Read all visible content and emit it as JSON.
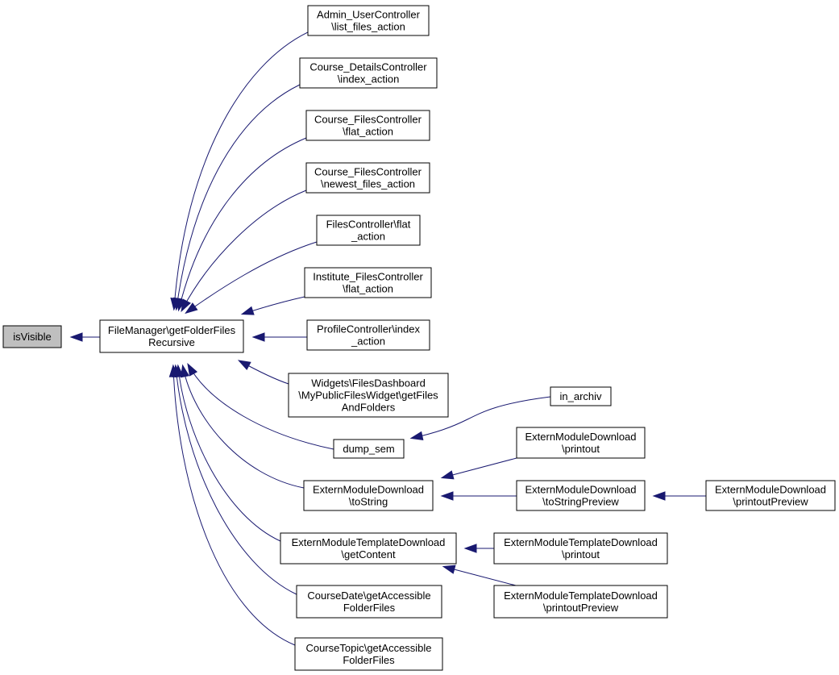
{
  "diagram": {
    "title": "",
    "colors": {
      "edge": "#191970",
      "highlight_fill": "#bfbfbf",
      "node_fill": "#ffffff",
      "node_border": "#000000"
    },
    "nodes": [
      {
        "id": "isVisible",
        "lines": [
          "isVisible"
        ],
        "highlighted": true
      },
      {
        "id": "getFolderFilesRecursive",
        "lines": [
          "FileManager\\getFolderFiles",
          "Recursive"
        ]
      },
      {
        "id": "admin_list_files",
        "lines": [
          "Admin_UserController",
          "\\list_files_action"
        ]
      },
      {
        "id": "course_details_index",
        "lines": [
          "Course_DetailsController",
          "\\index_action"
        ]
      },
      {
        "id": "course_files_flat",
        "lines": [
          "Course_FilesController",
          "\\flat_action"
        ]
      },
      {
        "id": "course_files_newest",
        "lines": [
          "Course_FilesController",
          "\\newest_files_action"
        ]
      },
      {
        "id": "files_flat",
        "lines": [
          "FilesController\\flat",
          "_action"
        ]
      },
      {
        "id": "institute_files_flat",
        "lines": [
          "Institute_FilesController",
          "\\flat_action"
        ]
      },
      {
        "id": "profile_index",
        "lines": [
          "ProfileController\\index",
          "_action"
        ]
      },
      {
        "id": "widgets_getfiles",
        "lines": [
          "Widgets\\FilesDashboard",
          "\\MyPublicFilesWidget\\getFiles",
          "AndFolders"
        ]
      },
      {
        "id": "in_archiv",
        "lines": [
          "in_archiv"
        ]
      },
      {
        "id": "dump_sem",
        "lines": [
          "dump_sem"
        ]
      },
      {
        "id": "emd_printout",
        "lines": [
          "ExternModuleDownload",
          "\\printout"
        ]
      },
      {
        "id": "emd_tostring",
        "lines": [
          "ExternModuleDownload",
          "\\toString"
        ]
      },
      {
        "id": "emd_tostringpreview",
        "lines": [
          "ExternModuleDownload",
          "\\toStringPreview"
        ]
      },
      {
        "id": "emd_printoutpreview",
        "lines": [
          "ExternModuleDownload",
          "\\printoutPreview"
        ]
      },
      {
        "id": "emtd_getcontent",
        "lines": [
          "ExternModuleTemplateDownload",
          "\\getContent"
        ]
      },
      {
        "id": "emtd_printout",
        "lines": [
          "ExternModuleTemplateDownload",
          "\\printout"
        ]
      },
      {
        "id": "emtd_printoutpreview",
        "lines": [
          "ExternModuleTemplateDownload",
          "\\printoutPreview"
        ]
      },
      {
        "id": "coursedate_accessible",
        "lines": [
          "CourseDate\\getAccessible",
          "FolderFiles"
        ]
      },
      {
        "id": "coursetopic_accessible",
        "lines": [
          "CourseTopic\\getAccessible",
          "FolderFiles"
        ]
      }
    ],
    "edges": [
      {
        "from": "getFolderFilesRecursive",
        "to": "isVisible"
      },
      {
        "from": "admin_list_files",
        "to": "getFolderFilesRecursive"
      },
      {
        "from": "course_details_index",
        "to": "getFolderFilesRecursive"
      },
      {
        "from": "course_files_flat",
        "to": "getFolderFilesRecursive"
      },
      {
        "from": "course_files_newest",
        "to": "getFolderFilesRecursive"
      },
      {
        "from": "files_flat",
        "to": "getFolderFilesRecursive"
      },
      {
        "from": "institute_files_flat",
        "to": "getFolderFilesRecursive"
      },
      {
        "from": "profile_index",
        "to": "getFolderFilesRecursive"
      },
      {
        "from": "widgets_getfiles",
        "to": "getFolderFilesRecursive"
      },
      {
        "from": "dump_sem",
        "to": "getFolderFilesRecursive"
      },
      {
        "from": "emd_tostring",
        "to": "getFolderFilesRecursive"
      },
      {
        "from": "emtd_getcontent",
        "to": "getFolderFilesRecursive"
      },
      {
        "from": "coursedate_accessible",
        "to": "getFolderFilesRecursive"
      },
      {
        "from": "coursetopic_accessible",
        "to": "getFolderFilesRecursive"
      },
      {
        "from": "in_archiv",
        "to": "dump_sem"
      },
      {
        "from": "emd_printout",
        "to": "emd_tostring"
      },
      {
        "from": "emd_tostringpreview",
        "to": "emd_tostring"
      },
      {
        "from": "emd_printoutpreview",
        "to": "emd_tostringpreview"
      },
      {
        "from": "emtd_printout",
        "to": "emtd_getcontent"
      },
      {
        "from": "emtd_printoutpreview",
        "to": "emtd_getcontent"
      }
    ]
  }
}
